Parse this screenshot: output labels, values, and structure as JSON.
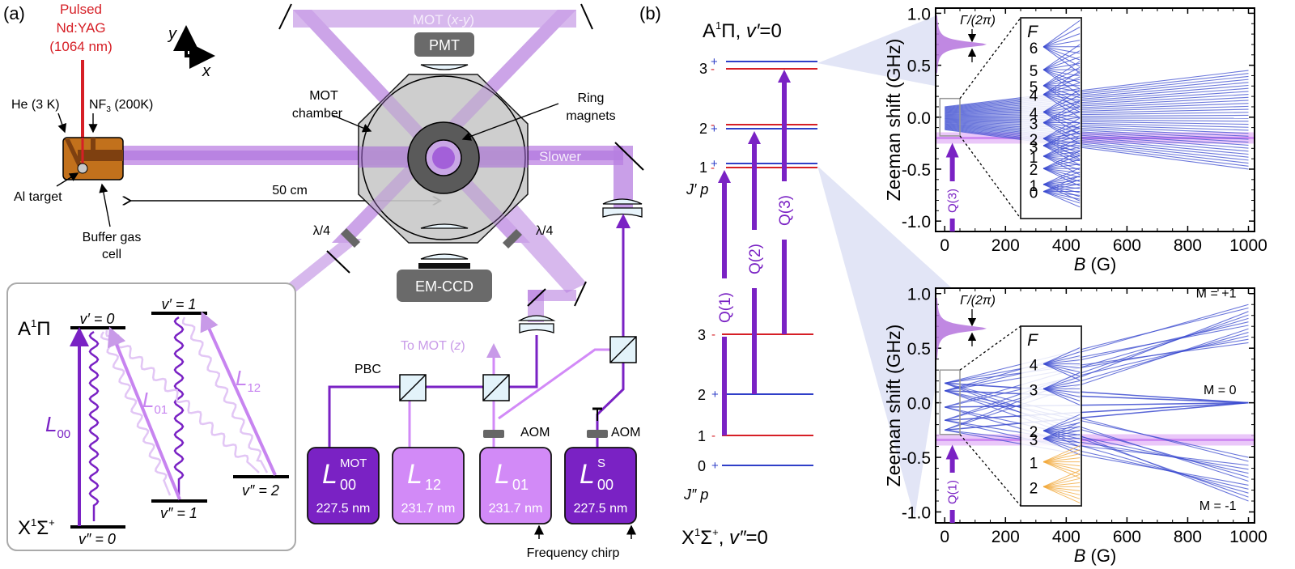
{
  "panels": {
    "a_label": "(a)",
    "b_label": "(b)"
  },
  "setup": {
    "yag_label": [
      "Pulsed",
      "Nd:YAG",
      "(1064 nm)"
    ],
    "axes": {
      "x": "x",
      "y": "y"
    },
    "he_label": "He (3 K)",
    "nf3_label_main": "NF",
    "nf3_sub": "3",
    "nf3_label_rest": " (200K)",
    "al_target": "Al target",
    "buffer_cell": [
      "Buffer gas",
      "cell"
    ],
    "distance": "50 cm",
    "mot_chamber": [
      "MOT",
      "chamber"
    ],
    "ring_magnets": [
      "Ring",
      "magnets"
    ],
    "mot_xy_main": "MOT (",
    "mot_xy_it": "x-y",
    "mot_xy_end": ")",
    "pmt": "PMT",
    "emccd": "EM-CCD",
    "slower": "Slower",
    "quarter_wave_left": "λ/4",
    "quarter_wave_right": "λ/4",
    "to_mot_z_main": "To MOT (",
    "to_mot_z_it": "z",
    "to_mot_z_end": ")",
    "pbc": "PBC",
    "aom_1": "AOM",
    "aom_2": "AOM",
    "frequency_chirp": "Frequency chirp",
    "lasers": [
      {
        "name": "L",
        "sup": "MOT",
        "sub": "00",
        "wavelength": "227.5 nm",
        "color": "#7a22c4"
      },
      {
        "name": "L",
        "sup": "",
        "sub": "12",
        "wavelength": "231.7 nm",
        "color": "#d28af7"
      },
      {
        "name": "L",
        "sup": "",
        "sub": "01",
        "wavelength": "231.7 nm",
        "color": "#d28af7"
      },
      {
        "name": "L",
        "sup": "S",
        "sub": "00",
        "wavelength": "227.5 nm",
        "color": "#7a22c4"
      }
    ]
  },
  "vib_scheme": {
    "a_state": "A",
    "a_sup": "1",
    "a_sym": "Π",
    "x_state": "X",
    "x_sup": "1",
    "x_sym": "Σ",
    "x_sup2": "+",
    "levels": {
      "v_prime_0": "v′ = 0",
      "v_prime_1": "v′ = 1",
      "v_dprime_0": "v″ = 0",
      "v_dprime_1": "v″ = 1",
      "v_dprime_2": "v″ = 2"
    },
    "transitions": [
      {
        "name": "L",
        "sub": "00"
      },
      {
        "name": "L",
        "sub": "01"
      },
      {
        "name": "L",
        "sub": "12"
      }
    ]
  },
  "rot_scheme": {
    "upper_title_a": "A",
    "upper_title_sup": "1",
    "upper_title_rest": "Π, ",
    "upper_title_v": "v′",
    "upper_title_end": "=0",
    "lower_title_a": "X",
    "lower_title_sup": "1",
    "lower_title_rest": "Σ",
    "lower_title_sup2": "+",
    "lower_title_comma": ", ",
    "lower_title_v": "v″",
    "lower_title_end": "=0",
    "upper_axis_label": "J′ p",
    "lower_axis_label": "J″ p",
    "upper_levels": [
      {
        "J": "3",
        "parity_top": "+",
        "parity_bottom": "-"
      },
      {
        "J": "2",
        "parity_top": "-",
        "parity_bottom": "+"
      },
      {
        "J": "1",
        "parity_top": "+",
        "parity_bottom": "-"
      }
    ],
    "lower_levels": [
      {
        "J": "3",
        "parity": "-"
      },
      {
        "J": "2",
        "parity": "+"
      },
      {
        "J": "1",
        "parity": "-"
      },
      {
        "J": "0",
        "parity": "+"
      }
    ],
    "transitions": [
      "Q(1)",
      "Q(2)",
      "Q(3)"
    ],
    "colors": {
      "plus": "#2f3fc8",
      "minus": "#d61f26",
      "arrow": "#7a22c4"
    }
  },
  "chart_data": [
    {
      "type": "line",
      "title": "Zeeman shifts of A¹Π v′=0, J′=3 (Q(3))",
      "xlabel": "B (G)",
      "ylabel": "Zeeman shift (GHz)",
      "xlim": [
        -30,
        1020
      ],
      "ylim": [
        -1.1,
        1.05
      ],
      "xticks": [
        0,
        200,
        400,
        600,
        800,
        1000
      ],
      "yticks": [
        -1.0,
        -0.5,
        0.0,
        0.5,
        1.0
      ],
      "xtick_labels": [
        "0",
        "200",
        "400",
        "600",
        "800",
        "1000"
      ],
      "ytick_labels": [
        "-1.0",
        "-0.5",
        "0.0",
        "0.5",
        "1.0"
      ],
      "linewidth_label": "Γ/(2π)",
      "linewidth_center_GHz": 0.7,
      "laser_line_GHz": -0.2,
      "transition_label": "Q(3)",
      "zero_field_spread_GHz": [
        -0.12,
        0.1
      ],
      "fan_endpoints_at_1000G_GHz": {
        "max": 0.45,
        "min": -0.5
      },
      "inset": {
        "label": "F",
        "F_levels": [
          "6",
          "5",
          "5",
          "4",
          "4",
          "3",
          "2",
          "3",
          "1",
          "2",
          "1",
          "0"
        ],
        "zoom_box_B": [
          0,
          50
        ],
        "zoom_box_GHz": [
          -0.18,
          0.18
        ]
      },
      "series_color": "#3b4bd0"
    },
    {
      "type": "line",
      "title": "Zeeman shifts of A¹Π v′=0, J′=1 (Q(1))",
      "xlabel": "B (G)",
      "ylabel": "Zeeman shift (GHz)",
      "xlim": [
        -30,
        1020
      ],
      "ylim": [
        -1.1,
        1.05
      ],
      "xticks": [
        0,
        200,
        400,
        600,
        800,
        1000
      ],
      "yticks": [
        -1.0,
        -0.5,
        0.0,
        0.5,
        1.0
      ],
      "xtick_labels": [
        "0",
        "200",
        "400",
        "600",
        "800",
        "1000"
      ],
      "ytick_labels": [
        "-1.0",
        "-0.5",
        "0.0",
        "0.5",
        "1.0"
      ],
      "linewidth_label": "Γ/(2π)",
      "linewidth_center_GHz": 0.68,
      "laser_line_GHz": -0.34,
      "transition_label": "Q(1)",
      "branch_labels": [
        "M_J = +1",
        "M_J = 0",
        "M_J = -1"
      ],
      "branches_at_1000G_GHz": {
        "MJ_plus1": [
          0.55,
          0.9
        ],
        "MJ_0": [
          0.0,
          0.0
        ],
        "MJ_minus1": [
          -0.9,
          -0.5
        ]
      },
      "zero_field_levels_GHz": [
        0.18,
        0.11,
        -0.04,
        -0.16,
        -0.25
      ],
      "inset": {
        "label": "F",
        "F_levels": [
          "4",
          "3",
          "2",
          "3",
          "1",
          "2"
        ],
        "orange_levels": [
          "1",
          "2"
        ],
        "zoom_box_B": [
          0,
          50
        ],
        "zoom_box_GHz": [
          -0.29,
          0.3
        ]
      },
      "series_color": "#3b4bd0",
      "highlight_color": "#f2a93b"
    }
  ]
}
